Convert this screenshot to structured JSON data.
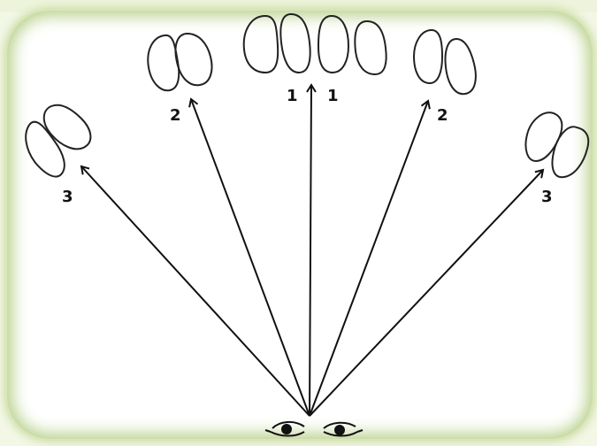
{
  "labels": {
    "center_left": "1",
    "center_right": "1",
    "mid_left": "2",
    "mid_right": "2",
    "far_left": "3",
    "far_right": "3"
  }
}
